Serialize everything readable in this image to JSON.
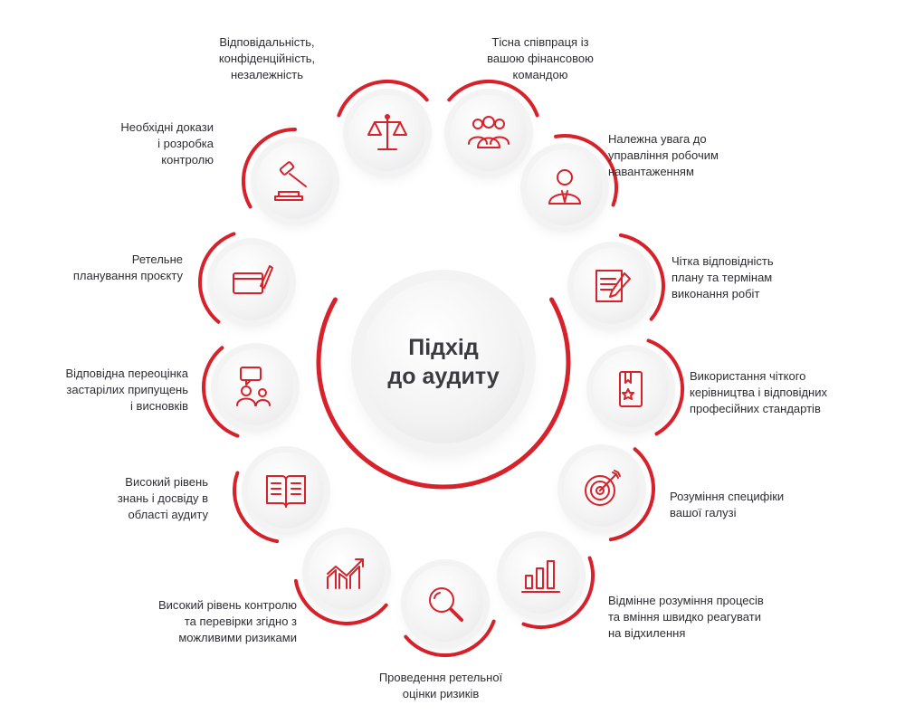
{
  "center_title": "Підхід\nдо аудиту",
  "accent_color": "#d8222b",
  "items": [
    {
      "id": "independence",
      "icon": "scales-icon",
      "label": "Відповідальність,\nконфіденційність,\nнезалежність"
    },
    {
      "id": "collaboration",
      "icon": "team-icon",
      "label": "Тісна співпраця із\nвашою фінансовою\nкомандою"
    },
    {
      "id": "workload",
      "icon": "manager-icon",
      "label": "Належна увага до\nуправління робочим\nнавантаженням"
    },
    {
      "id": "schedule",
      "icon": "document-pen-icon",
      "label": "Чітка відповідність\nплану та термінам\nвиконання робіт"
    },
    {
      "id": "standards",
      "icon": "handbook-icon",
      "label": "Використання чіткого\nкерівництва і відповідних\nпрофесійних стандартів"
    },
    {
      "id": "industry",
      "icon": "target-icon",
      "label": "Розуміння специфіки\nвашої галузі"
    },
    {
      "id": "processes",
      "icon": "bar-chart-icon",
      "label": "Відмінне розуміння процесів\nта вміння швидко реагувати\nна відхилення"
    },
    {
      "id": "risk-assessment",
      "icon": "magnifier-icon",
      "label": "Проведення ретельної\nоцінки ризиків"
    },
    {
      "id": "risk-control",
      "icon": "growth-chart-icon",
      "label": "Високий рівень контролю\nта перевірки згідно з\nможливими ризиками"
    },
    {
      "id": "expertise",
      "icon": "open-book-icon",
      "label": "Високий рівень\nзнань і досвіду в\nобласті аудиту"
    },
    {
      "id": "reassessment",
      "icon": "discussion-icon",
      "label": "Відповідна переоцінка\nзастарілих припущень\nі висновків"
    },
    {
      "id": "planning",
      "icon": "planning-icon",
      "label": "Ретельне\nпланування проєкту"
    },
    {
      "id": "evidence",
      "icon": "gavel-icon",
      "label": "Необхідні докази\nі розробка\nконтролю"
    }
  ]
}
